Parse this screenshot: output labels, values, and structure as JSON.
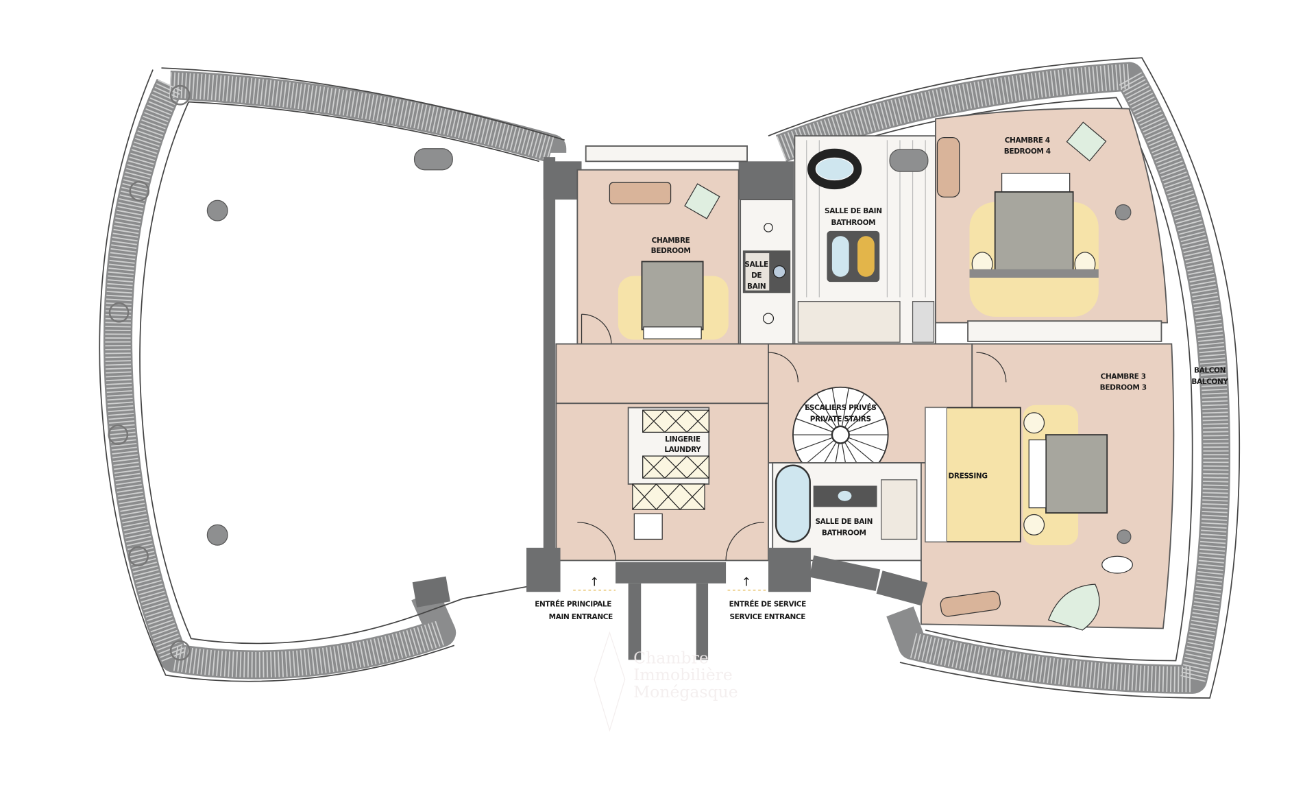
{
  "plan": {
    "rooms": {
      "chambre": {
        "fr": "CHAMBRE",
        "en": "BEDROOM"
      },
      "salle_de_bain_small": {
        "l1": "SALLE",
        "l2": "DE",
        "l3": "BAIN"
      },
      "salle_de_bain_master": {
        "fr": "SALLE DE BAIN",
        "en": "BATHROOM"
      },
      "chambre_4": {
        "fr": "CHAMBRE 4",
        "en": "BEDROOM 4"
      },
      "chambre_3": {
        "fr": "CHAMBRE 3",
        "en": "BEDROOM 3"
      },
      "balcon": {
        "fr": "BALCON",
        "en": "BALCONY"
      },
      "escaliers": {
        "fr": "ESCALIERS PRIVÉS",
        "en": "PRIVATE STAIRS"
      },
      "lingerie": {
        "fr": "LINGERIE",
        "en": "LAUNDRY"
      },
      "dressing": {
        "fr": "DRESSING"
      },
      "salle_de_bain_lower": {
        "fr": "SALLE DE BAIN",
        "en": "BATHROOM"
      }
    },
    "entrances": {
      "main": {
        "fr": "ENTRÉE PRINCIPALE",
        "en": "MAIN ENTRANCE",
        "arrow": "↑"
      },
      "service": {
        "fr": "ENTRÉE DE SERVICE",
        "en": "SERVICE ENTRANCE",
        "arrow": "↑"
      }
    },
    "watermark": [
      "Chambre",
      "Immobilière",
      "Monégasque"
    ],
    "colors": {
      "floor": "#e9d1c2",
      "rug": "#f6e3a9",
      "wall": "#6e6f70",
      "terrace": "#8b8c8d"
    }
  }
}
